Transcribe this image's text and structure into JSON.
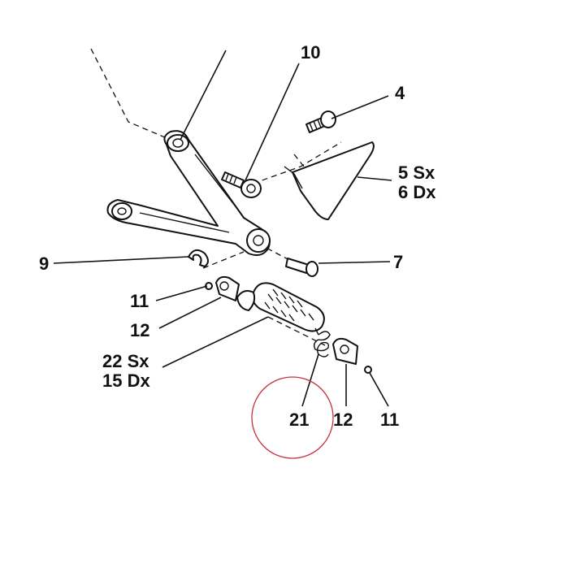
{
  "labels": {
    "l10": "10",
    "l4": "4",
    "l5": "5 Sx",
    "l6": "6 Dx",
    "l7": "7",
    "l9": "9",
    "l11a": "11",
    "l12a": "12",
    "l22": "22 Sx",
    "l15": "15 Dx",
    "l21": "21",
    "l12b": "12",
    "l11b": "11"
  },
  "colors": {
    "highlight_circle": "#c8323c",
    "line": "#111111"
  }
}
